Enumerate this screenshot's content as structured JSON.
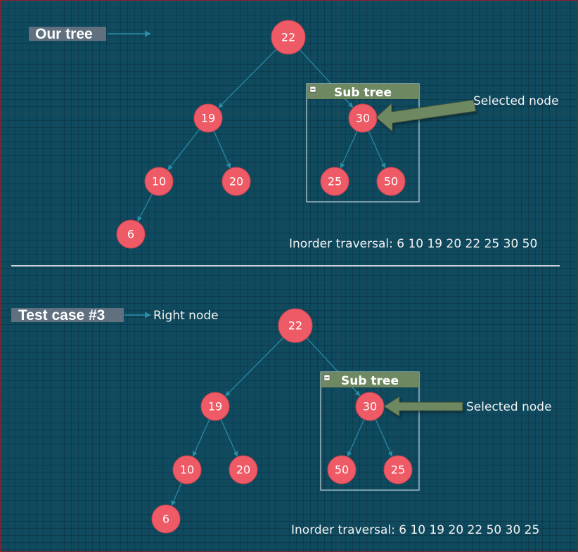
{
  "colors": {
    "background": "#0f4a5f",
    "node_fill": "#ee5a65",
    "edge": "#2a8ea6",
    "subtree_header": "#6e8962",
    "label_box": "#60707f",
    "divider": "#c9d3d8"
  },
  "diagrams": [
    {
      "id": "top",
      "title": "Our tree",
      "annotation": "",
      "subtree_label": "Sub tree",
      "subtree_icon": "minus-icon",
      "selected_label": "Selected node",
      "traversal": "Inorder traversal: 6 10 19 20 22 25 30 50",
      "nodes": [
        {
          "id": "n22",
          "value": "22"
        },
        {
          "id": "n19",
          "value": "19"
        },
        {
          "id": "n10",
          "value": "10"
        },
        {
          "id": "n20",
          "value": "20"
        },
        {
          "id": "n6",
          "value": "6"
        },
        {
          "id": "n30",
          "value": "30"
        },
        {
          "id": "n25",
          "value": "25"
        },
        {
          "id": "n50",
          "value": "50"
        }
      ],
      "edges": [
        [
          "n22",
          "n19"
        ],
        [
          "n22",
          "n30"
        ],
        [
          "n19",
          "n10"
        ],
        [
          "n19",
          "n20"
        ],
        [
          "n10",
          "n6"
        ],
        [
          "n30",
          "n25"
        ],
        [
          "n30",
          "n50"
        ]
      ]
    },
    {
      "id": "bottom",
      "title": "Test case #3",
      "annotation": "Right node",
      "subtree_label": "Sub tree",
      "subtree_icon": "minus-icon",
      "selected_label": "Selected node",
      "traversal": "Inorder traversal: 6 10 19 20 22 50 30 25",
      "nodes": [
        {
          "id": "n22",
          "value": "22"
        },
        {
          "id": "n19",
          "value": "19"
        },
        {
          "id": "n10",
          "value": "10"
        },
        {
          "id": "n20",
          "value": "20"
        },
        {
          "id": "n6",
          "value": "6"
        },
        {
          "id": "n30",
          "value": "30"
        },
        {
          "id": "n50",
          "value": "50"
        },
        {
          "id": "n25",
          "value": "25"
        }
      ],
      "edges": [
        [
          "n22",
          "n19"
        ],
        [
          "n22",
          "n30"
        ],
        [
          "n19",
          "n10"
        ],
        [
          "n19",
          "n20"
        ],
        [
          "n10",
          "n6"
        ],
        [
          "n30",
          "n50"
        ],
        [
          "n30",
          "n25"
        ]
      ]
    }
  ]
}
